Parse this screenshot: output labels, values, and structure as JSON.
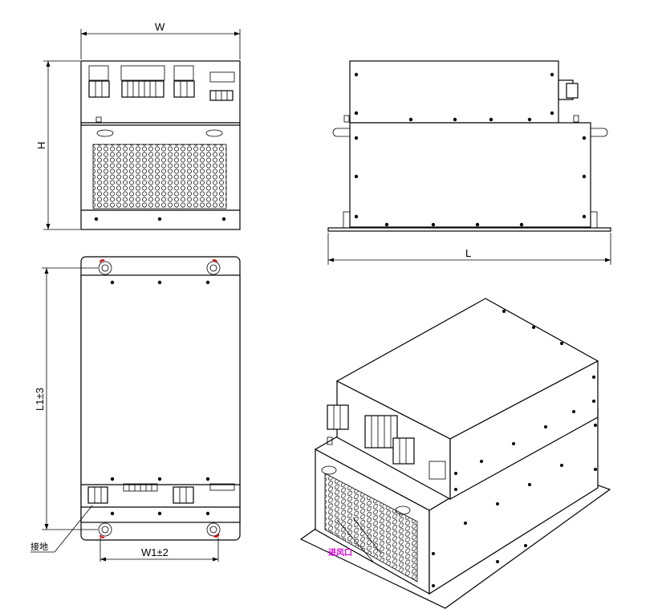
{
  "dimensions": {
    "width_label": "W",
    "height_label": "H",
    "length_label": "L",
    "l1_label": "L1±3",
    "w1_label": "W1±2"
  },
  "annotations": {
    "ground_label": "接地",
    "air_inlet_label": "进风口"
  },
  "colors": {
    "line": "#000000",
    "ground_marker": "#e00000",
    "air_inlet": "#e000e0"
  }
}
